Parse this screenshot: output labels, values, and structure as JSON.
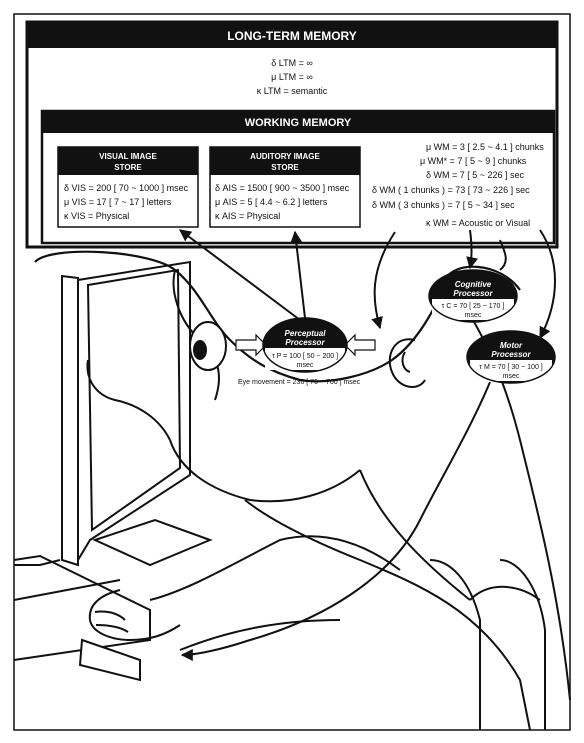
{
  "ltm": {
    "title": "LONG-TERM   MEMORY",
    "params": [
      "δ LTM = ∞",
      "μ LTM = ∞",
      "κ LTM = semantic"
    ]
  },
  "wm": {
    "title": "WORKING   MEMORY",
    "params": [
      "μ WM = 3 [ 2.5 ~ 4.1 ] chunks",
      "μ WM* = 7 [ 5 ~ 9 ] chunks",
      "δ WM = 7 [ 5 ~ 226 ] sec",
      "δ WM ( 1 chunks ) = 73 [ 73 ~ 226 ] sec",
      "δ WM ( 3 chunks ) = 7 [ 5 ~ 34 ] sec",
      "κ WM = Acoustic or Visual"
    ]
  },
  "vis": {
    "title1": "VISUAL IMAGE",
    "title2": "STORE",
    "params": [
      "δ VIS = 200 [ 70 ~ 1000 ] msec",
      "μ VIS = 17 [ 7 ~ 17 ] letters",
      "κ VIS = Physical"
    ]
  },
  "aud": {
    "title1": "AUDITORY IMAGE",
    "title2": "STORE",
    "params": [
      "δ AIS = 1500 [ 900 ~ 3500 ] msec",
      "μ AIS = 5 [ 4.4 ~ 6.2 ] letters",
      "κ AIS = Physical"
    ]
  },
  "perceptual": {
    "name1": "Perceptual",
    "name2": "Processor",
    "param": "τ P = 100 [ 50 ~ 200 ]",
    "unit": "msec"
  },
  "cognitive": {
    "name1": "Cognitive",
    "name2": "Processor",
    "param": "τ C = 70 [ 25 ~ 170 ]",
    "unit": "msec"
  },
  "motor": {
    "name1": "Motor",
    "name2": "Processor",
    "param": "τ M = 70 [ 30 ~ 100 ]",
    "unit": "msec"
  },
  "eye_movement": "Eye movement = 230 [ 70 ~ 700 ] msec"
}
